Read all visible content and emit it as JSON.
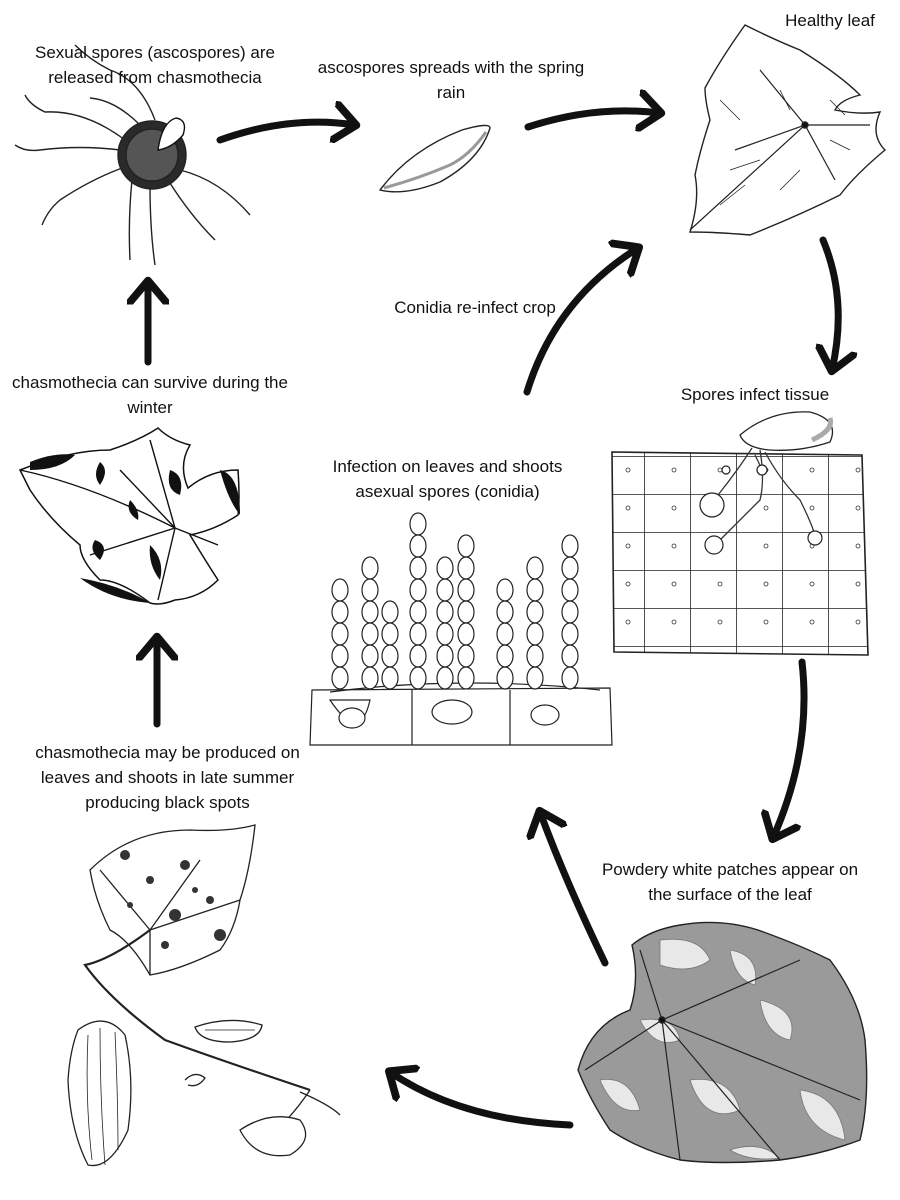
{
  "labels": {
    "sexual_spores": "Sexual spores (ascospores) are\nreleased from chasmothecia",
    "spring_rain": "ascospores spreads with the spring\nrain",
    "healthy_leaf": "Healthy leaf",
    "spores_infect": "Spores infect tissue",
    "conidia_reinfect": "Conidia re-infect crop",
    "infection_leaves": "Infection on leaves and shoots\nasexual spores (conidia)",
    "chasmothecia_survive": "chasmothecia can survive during the\nwinter",
    "chasmothecia_produced": "chasmothecia may be produced on\nleaves and shoots in late summer\nproducing black spots",
    "powdery_patches": "Powdery white patches appear on\nthe surface of the leaf"
  },
  "colors": {
    "ink": "#111111",
    "patch": "#9a9a9a",
    "paper": "#ffffff"
  }
}
